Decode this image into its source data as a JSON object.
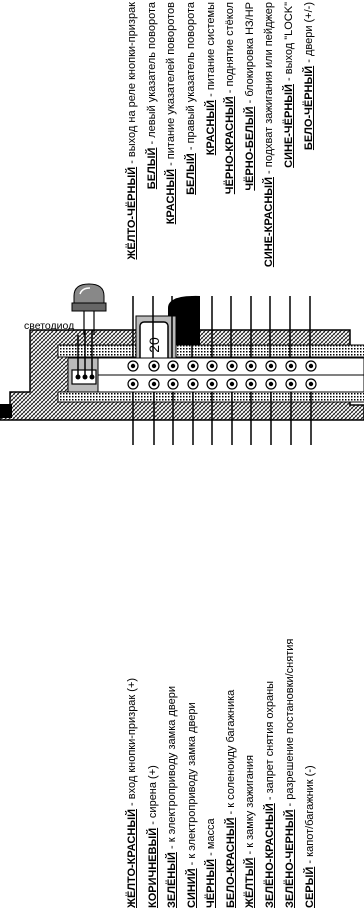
{
  "led_label": "светодиод",
  "connector_count": "20",
  "left_wires": [
    {
      "color": "ЖЁЛТО-КРАСНЫЙ",
      "desc": " - вход кнопки-призрак (+)"
    },
    {
      "color": "КОРИЧНЕВЫЙ",
      "desc": " - сирена (+)"
    },
    {
      "color": "ЗЕЛЁНЫЙ",
      "desc": " - к электроприводу замка двери"
    },
    {
      "color": "СИНИЙ",
      "desc": " - к электроприводу замка двери"
    },
    {
      "color": "ЧЁРНЫЙ",
      "desc": " - масса"
    },
    {
      "color": "БЕЛО-КРАСНЫЙ",
      "desc": " - к соленоиду багажника"
    },
    {
      "color": "ЖЁЛТЫЙ",
      "desc": " - к замку зажигания"
    },
    {
      "color": "ЗЕЛЁНО-КРАСНЫЙ",
      "desc": " - запрет снятия охраны"
    },
    {
      "color": "ЗЕЛЁНО-ЧЕРНЫЙ",
      "desc": " - разрешение постановки/снятия"
    },
    {
      "color": "СЕРЫЙ",
      "desc": " - капот/багажник (-)"
    }
  ],
  "right_wires": [
    {
      "color": "ЖЁЛТО-ЧЁРНЫЙ",
      "desc": " - выход на реле кнопки-призрак"
    },
    {
      "color": "БЕЛЫЙ",
      "desc": " - левый указатель поворота"
    },
    {
      "color": "КРАСНЫЙ",
      "desc": " - питание  указателей поворотов"
    },
    {
      "color": "БЕЛЫЙ",
      "desc": " - правый указатель поворота"
    },
    {
      "color": "КРАСНЫЙ",
      "desc": " - питание системы"
    },
    {
      "color": "ЧЁРНО-КРАСНЫЙ",
      "desc": " - поднятие стёкол"
    },
    {
      "color": "ЧЁРНО-БЕЛЫЙ",
      "desc": " - блокировка НЗ/НР"
    },
    {
      "color": "СИНЕ-КРАСНЫЙ",
      "desc": " - подхват зажигания или пейджер"
    },
    {
      "color": "СИНЕ-ЧЁРНЫЙ",
      "desc": " - выход  \"LOCK\""
    },
    {
      "color": "БЕЛО-ЧЁРНЫЙ",
      "desc": " - двери (+/-)"
    }
  ]
}
